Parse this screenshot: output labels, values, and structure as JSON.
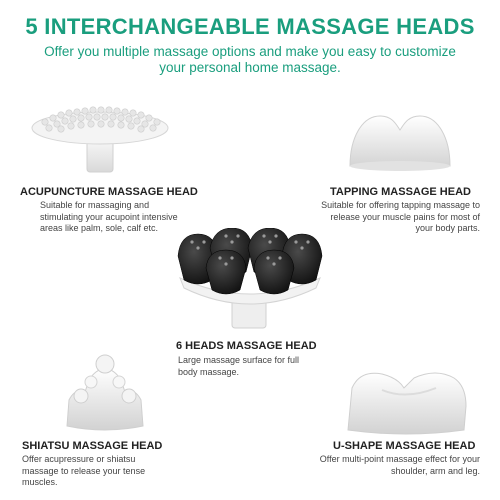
{
  "colors": {
    "accent": "#1a9e7e",
    "heading": "#222222",
    "body_text": "#444444",
    "product_white": "#f2f2f2",
    "product_black": "#1b1b1b"
  },
  "header": {
    "title": "5 INTERCHANGEABLE MASSAGE HEADS",
    "subtitle": "Offer you multiple massage options and make you easy to customize your personal home massage."
  },
  "heads": {
    "acupuncture": {
      "label": "ACUPUNCTURE MASSAGE HEAD",
      "description": "Suitable for massaging and stimulating your acupoint intensive areas like palm, sole, calf etc."
    },
    "tapping": {
      "label": "TAPPING MASSAGE HEAD",
      "description": "Suitable for offering tapping massage to release your muscle pains for most of your body parts."
    },
    "six_heads": {
      "label": "6 HEADS MASSAGE HEAD",
      "description": "Large massage surface for full body massage."
    },
    "shiatsu": {
      "label": "SHIATSU MASSAGE HEAD",
      "description": "Offer acupressure or shiatsu massage to release your tense muscles."
    },
    "u_shape": {
      "label": "U-SHAPE MASSAGE HEAD",
      "description": "Offer multi-point massage effect for your shoulder, arm and leg."
    }
  }
}
